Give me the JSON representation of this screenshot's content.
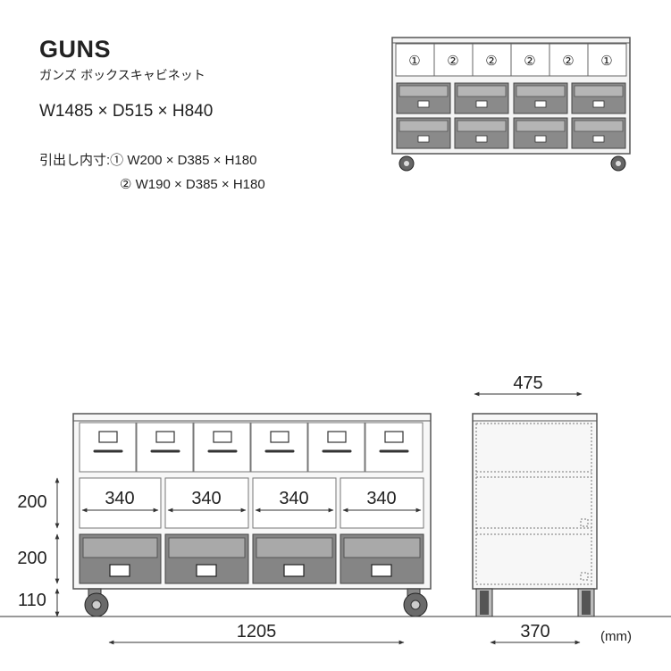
{
  "product": {
    "name": "GUNS",
    "subtitle": "ガンズ ボックスキャビネット",
    "dimensions": "W1485 × D515 × H840",
    "inner_label_1": "引出し内寸:① W200 × D385 × H180",
    "inner_label_2": "② W190 × D385 × H180"
  },
  "top_drawers": {
    "labels": [
      "①",
      "②",
      "②",
      "②",
      "②",
      "①"
    ]
  },
  "front_view": {
    "section_width_label": "340",
    "total_width": "1205",
    "height_upper": "200",
    "height_lower": "200",
    "height_caster": "110"
  },
  "side_view": {
    "top_depth": "475",
    "bottom_depth": "370"
  },
  "unit": "(mm)"
}
